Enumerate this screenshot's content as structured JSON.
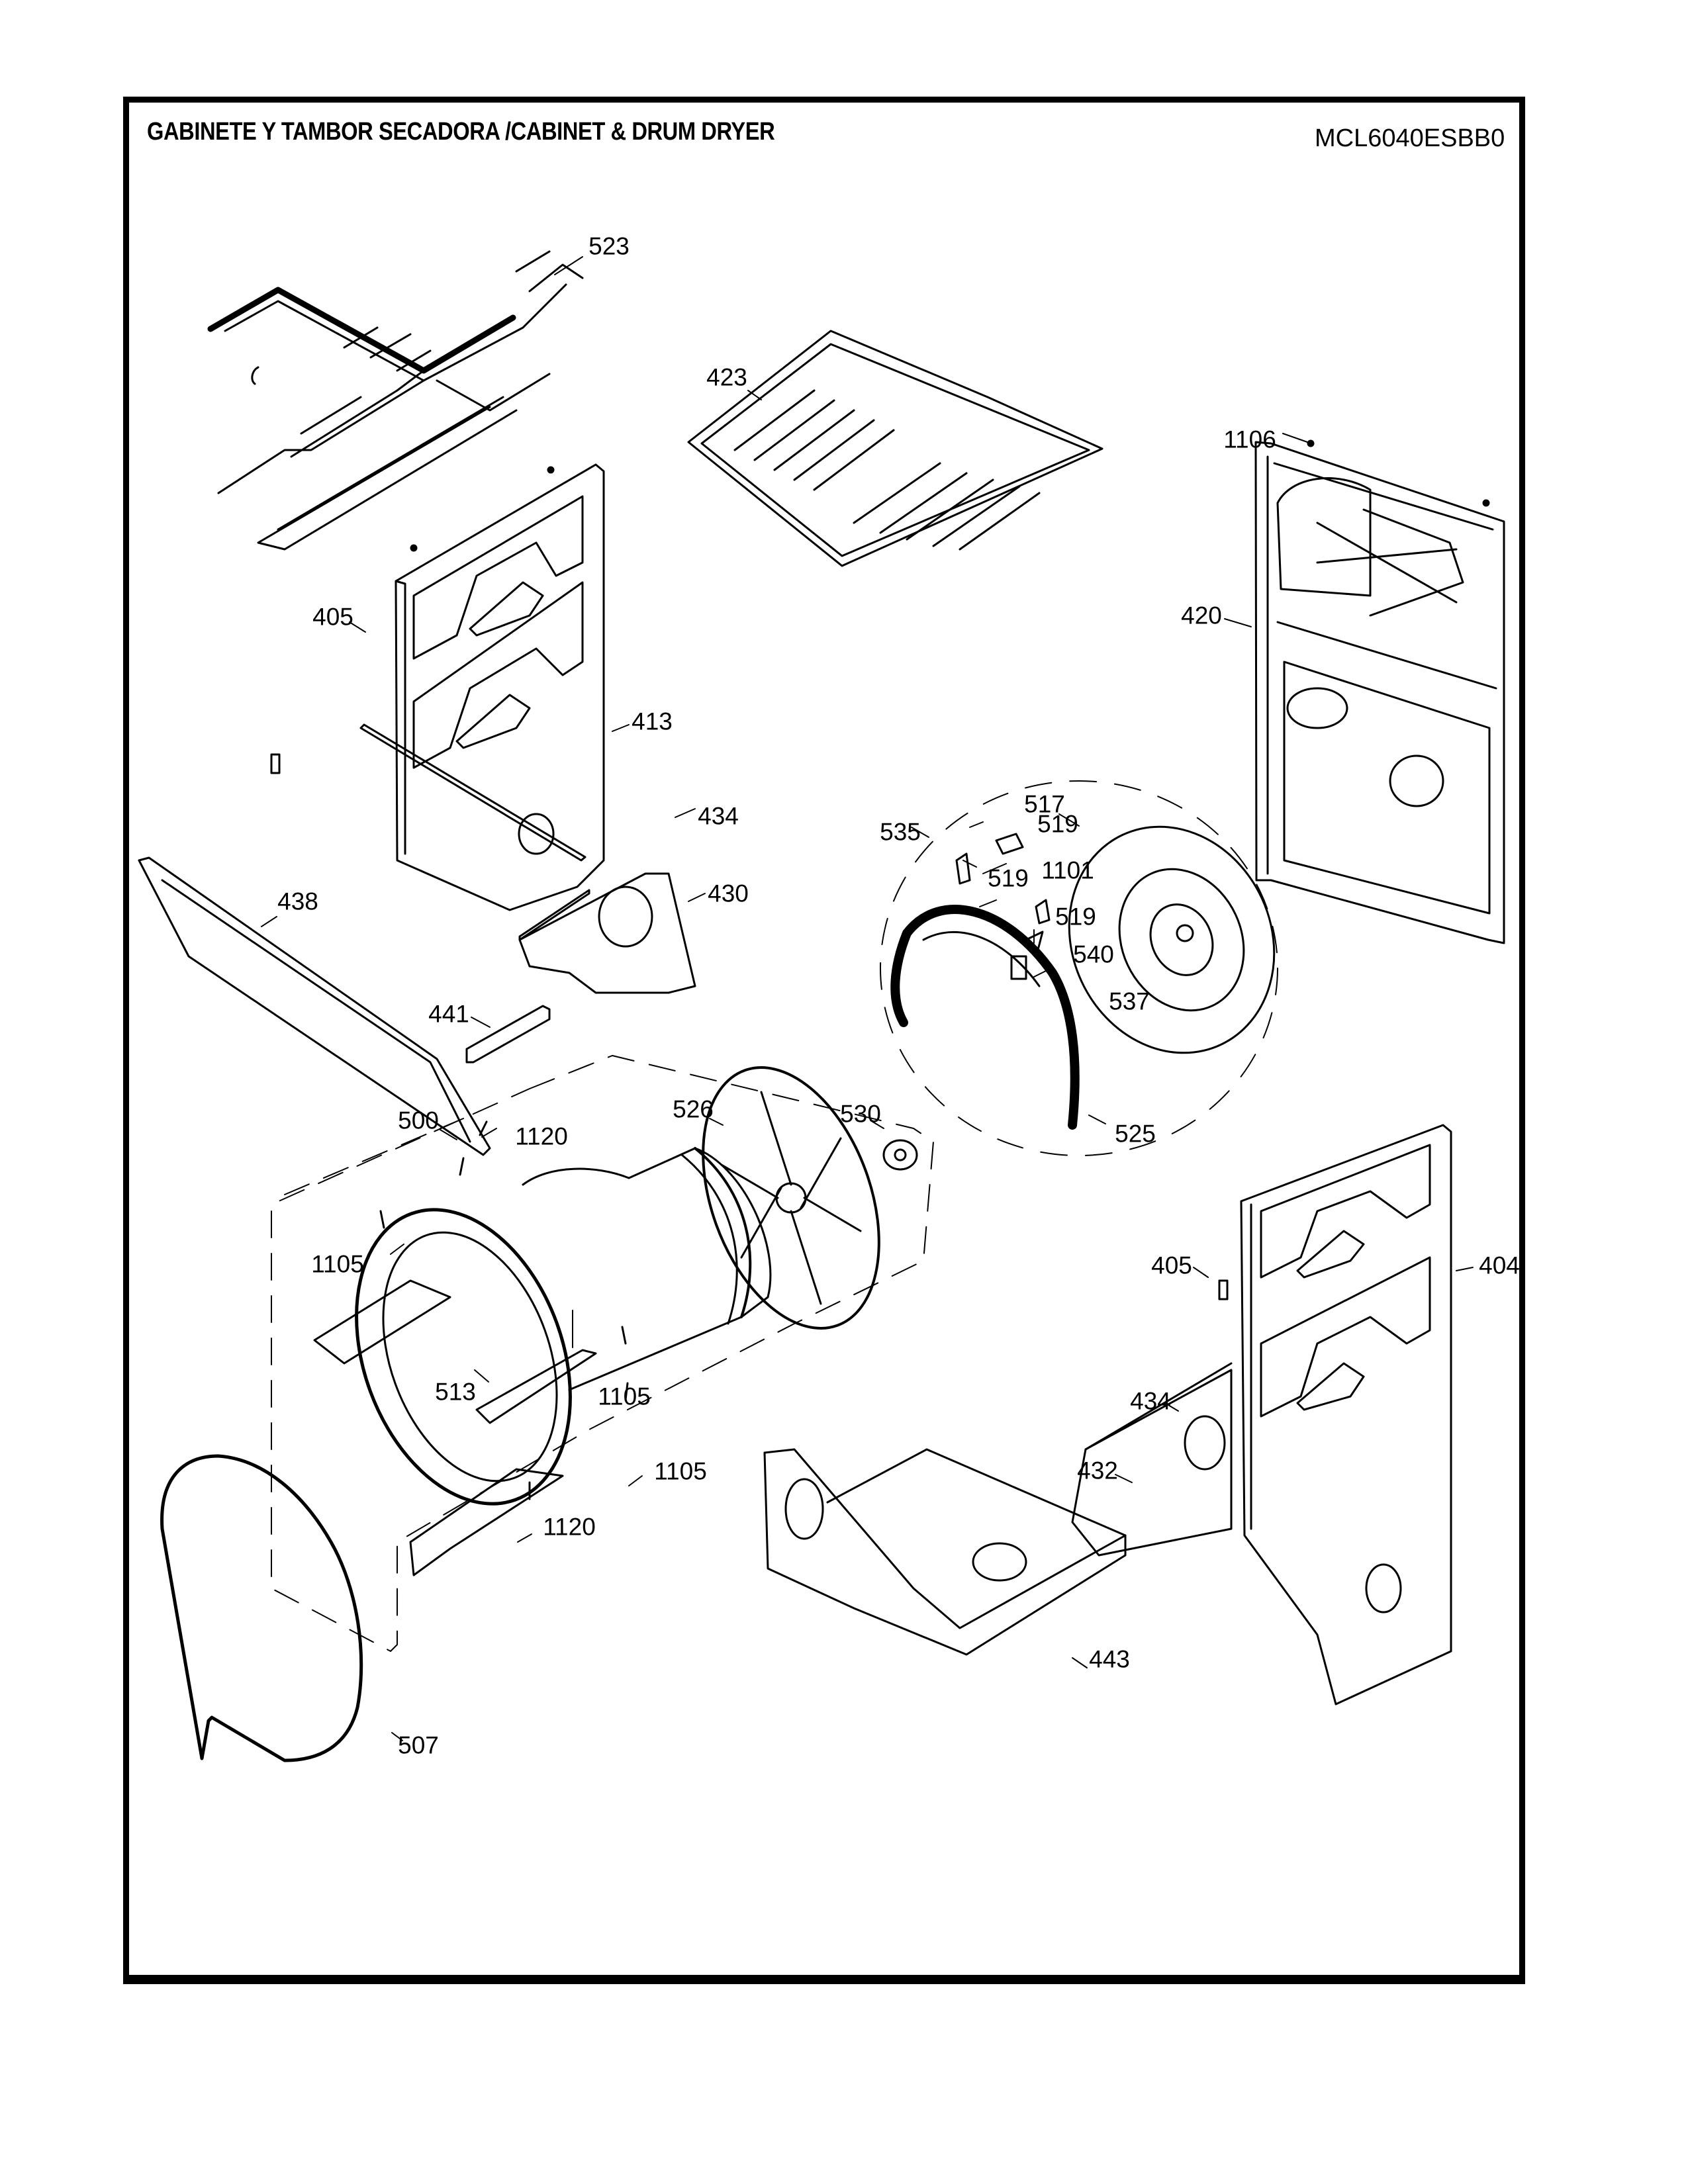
{
  "header": {
    "title": "GABINETE Y TAMBOR SECADORA /CABINET & DRUM  DRYER",
    "model": "MCL6040ESBB0"
  },
  "callouts": [
    {
      "id": "c523",
      "label": "523",
      "part": "wire-harness"
    },
    {
      "id": "c423",
      "label": "423",
      "part": "top-panel"
    },
    {
      "id": "c1106",
      "label": "1106",
      "part": "screw"
    },
    {
      "id": "c420",
      "label": "420",
      "part": "front-panel-assembly"
    },
    {
      "id": "c405a",
      "label": "405",
      "part": "hinge-clip"
    },
    {
      "id": "c413",
      "label": "413",
      "part": "side-panel-left"
    },
    {
      "id": "c434a",
      "label": "434",
      "part": "strip"
    },
    {
      "id": "c430",
      "label": "430",
      "part": "bulkhead-front-left"
    },
    {
      "id": "c438",
      "label": "438",
      "part": "panel"
    },
    {
      "id": "c441",
      "label": "441",
      "part": "bracket"
    },
    {
      "id": "c535",
      "label": "535",
      "part": "heater-assembly"
    },
    {
      "id": "c519a",
      "label": "519",
      "part": "thermostat-bracket"
    },
    {
      "id": "c1101",
      "label": "1101",
      "part": "screw"
    },
    {
      "id": "c519b",
      "label": "519",
      "part": "thermostat-bracket"
    },
    {
      "id": "c519c",
      "label": "519",
      "part": "thermostat-bracket"
    },
    {
      "id": "c517",
      "label": "517",
      "part": "rear-bulkhead"
    },
    {
      "id": "c540",
      "label": "540",
      "part": "clip"
    },
    {
      "id": "c537",
      "label": "537",
      "part": "thermal-fuse"
    },
    {
      "id": "c525",
      "label": "525",
      "part": "heater-element"
    },
    {
      "id": "c500",
      "label": "500",
      "part": "drum-assembly"
    },
    {
      "id": "c1120a",
      "label": "1120",
      "part": "screw"
    },
    {
      "id": "c526",
      "label": "526",
      "part": "drum-back"
    },
    {
      "id": "c530",
      "label": "530",
      "part": "drum-shaft"
    },
    {
      "id": "c1105a",
      "label": "1105",
      "part": "screw"
    },
    {
      "id": "c513",
      "label": "513",
      "part": "baffle"
    },
    {
      "id": "c1105b",
      "label": "1105",
      "part": "screw"
    },
    {
      "id": "c1105c",
      "label": "1105",
      "part": "screw"
    },
    {
      "id": "c1120b",
      "label": "1120",
      "part": "screw"
    },
    {
      "id": "c507",
      "label": "507",
      "part": "cover"
    },
    {
      "id": "c405b",
      "label": "405",
      "part": "hinge-clip"
    },
    {
      "id": "c404",
      "label": "404",
      "part": "side-panel-right"
    },
    {
      "id": "c434b",
      "label": "434",
      "part": "strip"
    },
    {
      "id": "c432",
      "label": "432",
      "part": "bulkhead-front-right"
    },
    {
      "id": "c443",
      "label": "443",
      "part": "base"
    }
  ]
}
